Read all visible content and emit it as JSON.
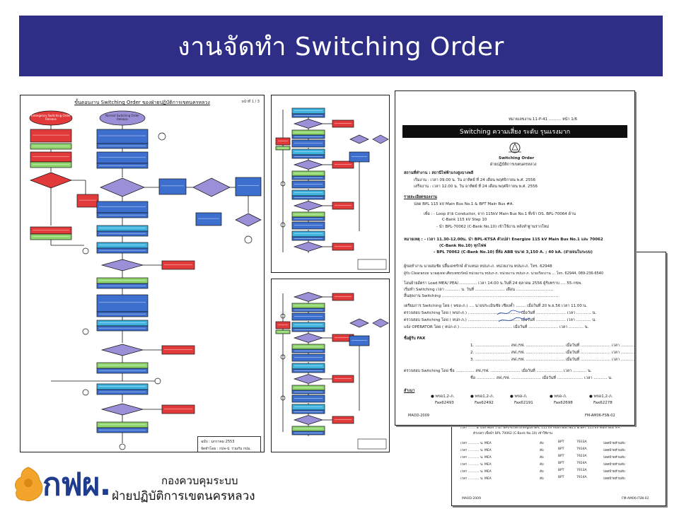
{
  "slide": {
    "title": "งานจัดทำ Switching Order"
  },
  "flowchart_main": {
    "caption": "ขั้นตอนงาน Switching Order ของฝ่ายปฏิบัติการเขตนครหลวง",
    "page": "หน้าที่ 1 / 3",
    "emergency_label": "Emergency Switching Order Release",
    "normal_label": "Normal Switching Order Release",
    "footer_line1": "ฉบับ : มกราคม 2553",
    "footer_line2": "จัดทำโดย : กปจ-ป. ร่วมกับ กปม."
  },
  "form_doc": {
    "doc_no": "หมายเลขงาน 11-P-41 .......... หน้า 1/6",
    "header_bar": "Switching ความเสี่ยง ระดับ รุนแรงมาก",
    "logo_caption": "Switching Order",
    "dept": "ฝ่ายปฏิบัติการเขตนครหลวง",
    "station": "สถานที่ทำงาน : สถานีไฟฟ้าแรงสูงบางพลี",
    "start": "เริ่มงาน  : เวลา 09.00 น.  วัน  อาทิตย์  ที่  24   เดือน   พฤศจิกายน    พ.ศ.  2556",
    "finish": "เสร็จงาน : เวลา 12.00 น.  วัน  อาทิตย์  ที่  24   เดือน   พฤศจิกายน    พ.ศ.  2556",
    "detail_head": "รายละเอียดของงาน",
    "detail_1": "ปลด BPL 115 kV Main Bus No.1 & BPT Main Bus #A.",
    "detail_2": "เพื่อ : - Loop สาย Conductor, จาก 115kV Main Bus No.1 ที่เข้า DS. BPL-70064 ด้าน",
    "detail_3": "C-Bank 115 kV Step 10",
    "detail_4": "- นำ BPL-70062 (C-Bank No.10) เข้าใช้งาน หลังทำฐานรากใหม่",
    "note_1": "หมายเหตุ : - เวลา 11.30-12.00น. นำ BPL-KTSA ตัวเปล่า Energize 115 kV Main Bus No.1 และ 70062",
    "note_2": "(C-Bank No.10) ทุกไฟฟ",
    "note_3": "- BPL 70062 (C-Bank No.10) ยี่ห้อ ABB ขนาด 3,150 A. ; 40 kA. (ส่ายจนในระบบ)",
    "requester": "ผู้ขอทำงาน      นายสมชัย  ปลื้มเดชรักษ์   ตำแหน่ง  หปบภ-ภ.  หน่วยงาน  หปบภ-ภ.  โทร. 62948",
    "clearance": "ผู้รับ Clearance  นายสุเทพ  เศียรเพชรรัตน์  หน่วยงาน  หปบภ-ภ. หน่วยงาน  หปบภ-ภ. นายเรียกงาน ... โทร. 62944, 089-236-6540",
    "load": "โอนย้ายอัตรา Load MEA/ PEA/............... เวลา  14.00   น.วันที่   24 ตุลาคม 2556  ผู้รับทราบ .... 55-กขพ.",
    "begin_sw": "เริ่มทำ Switching เวลา ............ น. วันที่ ........................ เดือน ..............................",
    "end_sw": "สิ้นสุดงาน Switching ..............................................................................................",
    "prep": "เตรียมการ Switching โดย  ( พขอ-ภ.) .... นายประเมินชัย  เชียงค้ำ ........ เมื่อวันที่  20 พ.ย.56   เวลา  11.00    น.",
    "check1": "ตรวจสอบ Switching โดย  ( พขภ-ภ.) .......................................... เมื่อวันที่  ........................  เวลา  ............    น.",
    "check2": "ตรวจสอบ Switching โดย  ( หปภ-ภ.) .......................................... เมื่อวันที่  ........................  เวลา  ............    น.",
    "operator": "แจ้ง OPERATOR  โดย     ( หปภ-ภ.) .......................................... เมื่อวันที่  ........................  เวลา  ............    น.",
    "fax_head": "ชื่อผู้รับ FAX",
    "fax1": "1.  ............................  สฟ./รฟ. ...............................  เมื่อวันที่ ........................  เวลา ................   น.",
    "fax2": "2.  ............................  สฟ./รฟ. ...............................  เมื่อวันที่ ........................  เวลา ................   น.",
    "fax3": "3.  ............................  สฟ./รฟ. ...............................  เมื่อวันที่ ........................  เวลา ................   น.",
    "verify1": "ตรวจสอบ Switching โดย   ชื่อ  ...............  สฟ./รฟ. ........................  เมื่อวันที่ .....................  เวลา ...........  น.",
    "verify2": "ชื่อ  ...............  สฟ./รฟ. ........................  เมื่อวันที่ .....................  เวลา ...........  น.",
    "copy_label": "สำเนา",
    "copies": [
      "พขอ1,2-ภ.",
      "พขอ1,2-ภ.",
      "พขอ-ภ.",
      "พขอ-ภ.",
      "พขอ1,2-ภ."
    ],
    "faxes": [
      "Fax62493",
      "Fax62492",
      "Fax62191",
      "Fax62698",
      "Fax62278"
    ],
    "foot_left": "MAOD-2009",
    "foot_right": "FM-AM06-FSN-02"
  },
  "back_doc": {
    "row_head": "เวลา ....... น. แจ้ง MEA ว่านำ BPL-KTSA Energize BPL 115 kV Main Bus No.1 & BPT 115 kV Main Bus #A",
    "row_sub": "ตัวเปล่า เพื่อนำ BPL 70062 (C-Bank No.10) เข้าใช้งาน",
    "rows": [
      [
        "เวลา ........... น.  MEA",
        "สับ",
        "BPT",
        "7933A",
        "ปลดป้ายห้ามสับ"
      ],
      [
        "เวลา ........... น.  MEA",
        "สับ",
        "BPT",
        "7934A",
        "ปลดป้ายห้ามสับ"
      ],
      [
        "เวลา ........... น.  MEA",
        "สับ",
        "BPT",
        "7923A",
        "ปลดป้ายห้ามสับ"
      ],
      [
        "เวลา ........... น.  MEA",
        "สับ",
        "BPT",
        "7924A",
        "ปลดป้ายห้ามสับ"
      ],
      [
        "เวลา ........... น.  MEA",
        "สับ",
        "BPT",
        "7913A",
        "ปลดป้ายห้ามสับ"
      ],
      [
        "เวลา ........... น.  MEA",
        "สับ",
        "BPT",
        "7914A",
        "ปลดป้ายห้ามสับ"
      ]
    ],
    "foot_left": "MAOD-2009",
    "foot_right": "FM-AM06-FSN-02"
  },
  "footer": {
    "org_short": "กฟผ.",
    "org_line1": "กองควบคุมระบบ",
    "org_line2": "ฝ่ายปฏิบัติการเขตนครหลวง"
  },
  "colors": {
    "title_bar": "#2e2e86",
    "logo_blue": "#1f3c8f",
    "logo_orange": "#f2a52a",
    "box_blue": "#3d6fcf",
    "box_purple": "#9b8fd8",
    "box_green": "#8fd66d",
    "box_red": "#e23a3a",
    "box_cyan": "#3fb3e0"
  }
}
